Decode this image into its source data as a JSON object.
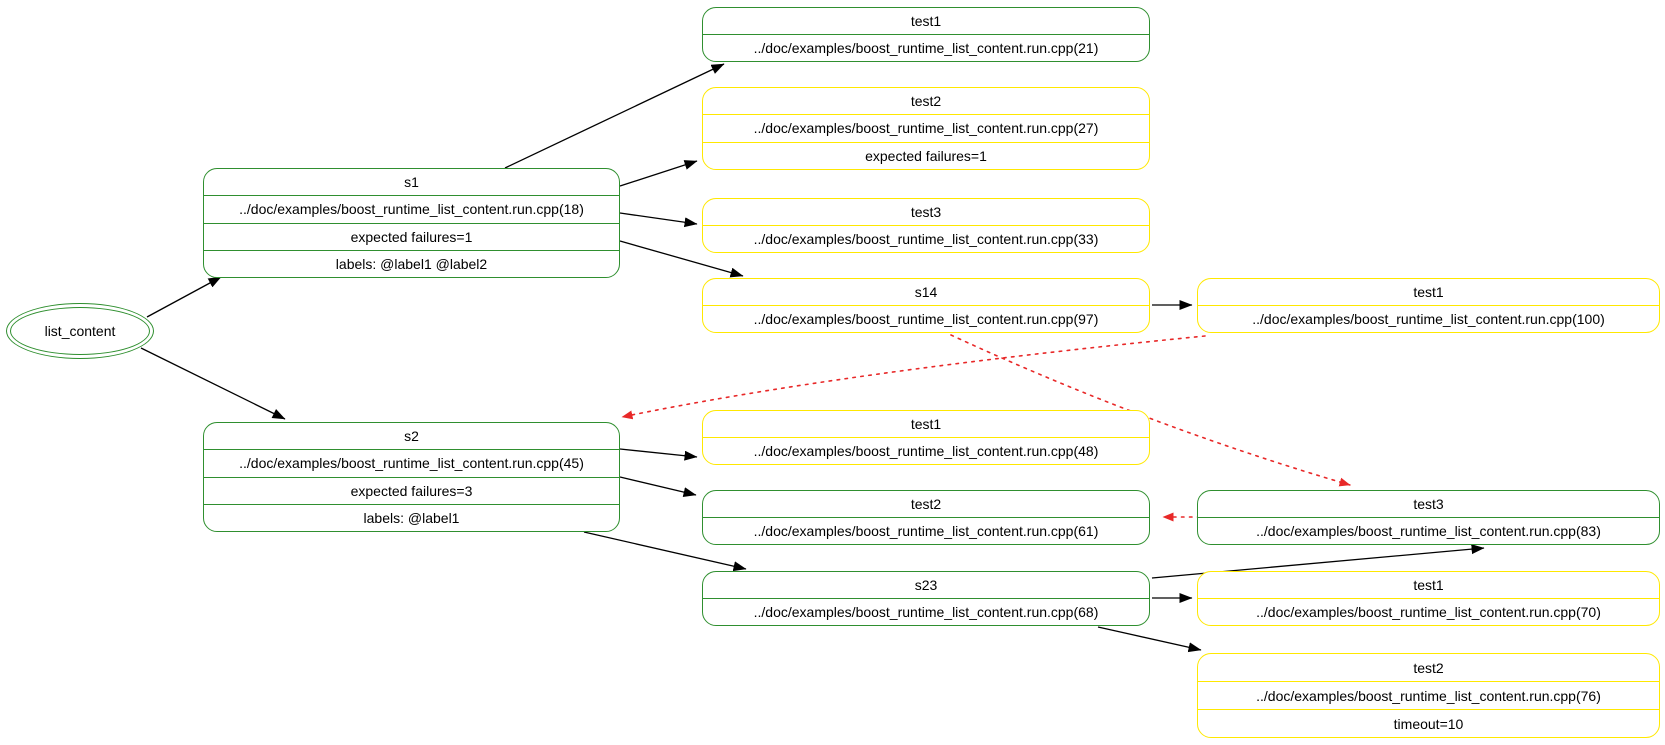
{
  "diagram": {
    "kind": "test-tree-graph",
    "root_label": "list_content"
  },
  "colors": {
    "suite_border_green": "#2f8f2f",
    "case_border_yellow": "#ffe800",
    "dependency_red": "#e82828",
    "edge_black": "#000000",
    "background": "#ffffff"
  },
  "nodes": {
    "list_content": {
      "label": "list_content",
      "shape": "double-ellipse",
      "color": "green"
    },
    "s1": {
      "color": "green",
      "rows": [
        "s1",
        "../doc/examples/boost_runtime_list_content.run.cpp(18)",
        "expected failures=1",
        "labels: @label1 @label2"
      ]
    },
    "s1_test1": {
      "color": "green",
      "rows": [
        "test1",
        "../doc/examples/boost_runtime_list_content.run.cpp(21)"
      ]
    },
    "s1_test2": {
      "color": "yellow",
      "rows": [
        "test2",
        "../doc/examples/boost_runtime_list_content.run.cpp(27)",
        "expected failures=1"
      ]
    },
    "s1_test3": {
      "color": "yellow",
      "rows": [
        "test3",
        "../doc/examples/boost_runtime_list_content.run.cpp(33)"
      ]
    },
    "s14": {
      "color": "yellow",
      "rows": [
        "s14",
        "../doc/examples/boost_runtime_list_content.run.cpp(97)"
      ]
    },
    "s14_test1": {
      "color": "yellow",
      "rows": [
        "test1",
        "../doc/examples/boost_runtime_list_content.run.cpp(100)"
      ]
    },
    "s2": {
      "color": "green",
      "rows": [
        "s2",
        "../doc/examples/boost_runtime_list_content.run.cpp(45)",
        "expected failures=3",
        "labels: @label1"
      ]
    },
    "s2_test1": {
      "color": "yellow",
      "rows": [
        "test1",
        "../doc/examples/boost_runtime_list_content.run.cpp(48)"
      ]
    },
    "s2_test2": {
      "color": "green",
      "rows": [
        "test2",
        "../doc/examples/boost_runtime_list_content.run.cpp(61)"
      ]
    },
    "s23": {
      "color": "green",
      "rows": [
        "s23",
        "../doc/examples/boost_runtime_list_content.run.cpp(68)"
      ]
    },
    "s23_test3": {
      "color": "green",
      "rows": [
        "test3",
        "../doc/examples/boost_runtime_list_content.run.cpp(83)"
      ]
    },
    "s23_test1": {
      "color": "yellow",
      "rows": [
        "test1",
        "../doc/examples/boost_runtime_list_content.run.cpp(70)"
      ]
    },
    "s23_test2": {
      "color": "yellow",
      "rows": [
        "test2",
        "../doc/examples/boost_runtime_list_content.run.cpp(76)",
        "timeout=10"
      ]
    }
  },
  "edges": [
    {
      "from": "list_content",
      "to": "s1",
      "style": "solid-black"
    },
    {
      "from": "list_content",
      "to": "s2",
      "style": "solid-black"
    },
    {
      "from": "s1",
      "to": "s1_test1",
      "style": "solid-black"
    },
    {
      "from": "s1",
      "to": "s1_test2",
      "style": "solid-black"
    },
    {
      "from": "s1",
      "to": "s1_test3",
      "style": "solid-black"
    },
    {
      "from": "s1",
      "to": "s14",
      "style": "solid-black"
    },
    {
      "from": "s14",
      "to": "s14_test1",
      "style": "solid-black"
    },
    {
      "from": "s2",
      "to": "s2_test1",
      "style": "solid-black"
    },
    {
      "from": "s2",
      "to": "s2_test2",
      "style": "solid-black"
    },
    {
      "from": "s2",
      "to": "s23",
      "style": "solid-black"
    },
    {
      "from": "s23",
      "to": "s23_test3",
      "style": "solid-black"
    },
    {
      "from": "s23",
      "to": "s23_test1",
      "style": "solid-black"
    },
    {
      "from": "s23",
      "to": "s23_test2",
      "style": "solid-black"
    },
    {
      "from": "s14_test1",
      "to": "s2",
      "style": "dotted-red-dependency"
    },
    {
      "from": "s14",
      "to": "s23_test3",
      "style": "dotted-red-dependency"
    },
    {
      "from": "s23_test3",
      "to": "s2_test2",
      "style": "dotted-red-dependency"
    }
  ]
}
